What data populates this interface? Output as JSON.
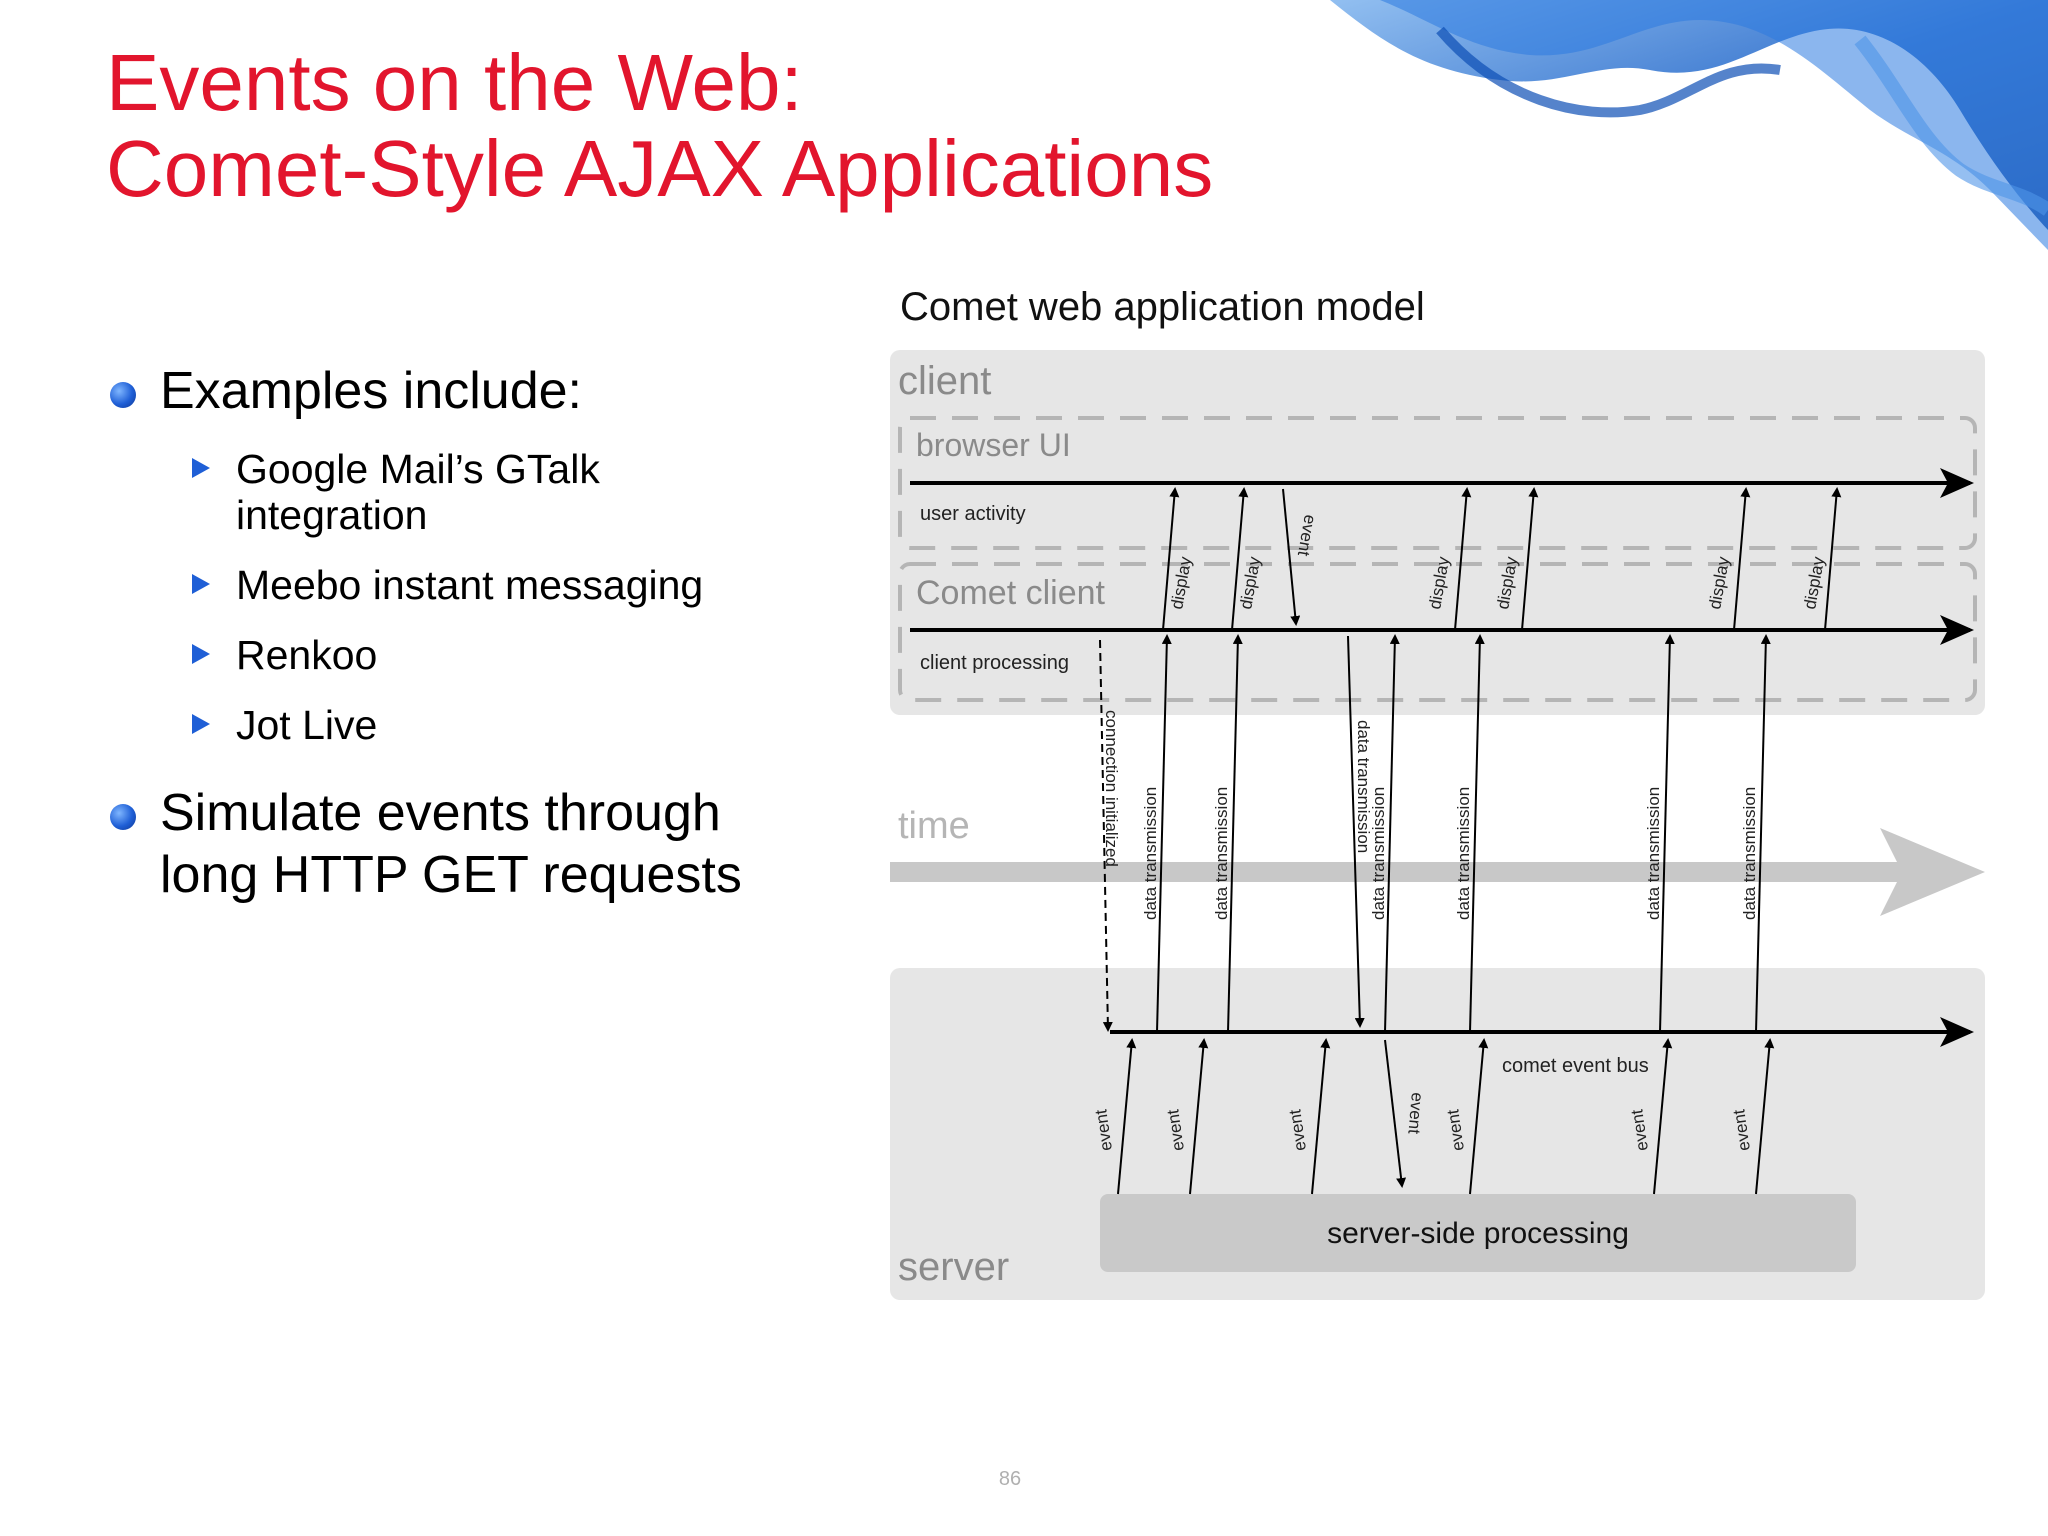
{
  "slide": {
    "title_line1": "Events on the Web:",
    "title_line2": "Comet-Style AJAX Applications",
    "page_number": "86"
  },
  "bullets": [
    {
      "text": "Examples include:",
      "sub": [
        "Google Mail’s GTalk",
        "integration",
        "Meebo instant messaging",
        "Renkoo",
        "Jot Live"
      ]
    },
    {
      "text_line1": "Simulate events through",
      "text_line2": "long HTTP GET requests"
    }
  ],
  "diagram": {
    "title": "Comet web application model",
    "client_label": "client",
    "browser_ui_label": "browser UI",
    "user_activity_label": "user activity",
    "comet_client_label": "Comet client",
    "client_processing_label": "client processing",
    "time_label": "time",
    "server_label": "server",
    "comet_event_bus_label": "comet event bus",
    "server_processing_label": "server-side processing",
    "connection_initialized_label": "connection initialized",
    "display_label": "display",
    "event_label": "event",
    "data_transmission_label": "data transmission"
  },
  "colors": {
    "title": "#e2152d",
    "bullet": "#1f5fd6",
    "panel": "#e6e6e6",
    "time_arrow": "#c8c8c8",
    "server_box": "#c9c9c9"
  }
}
